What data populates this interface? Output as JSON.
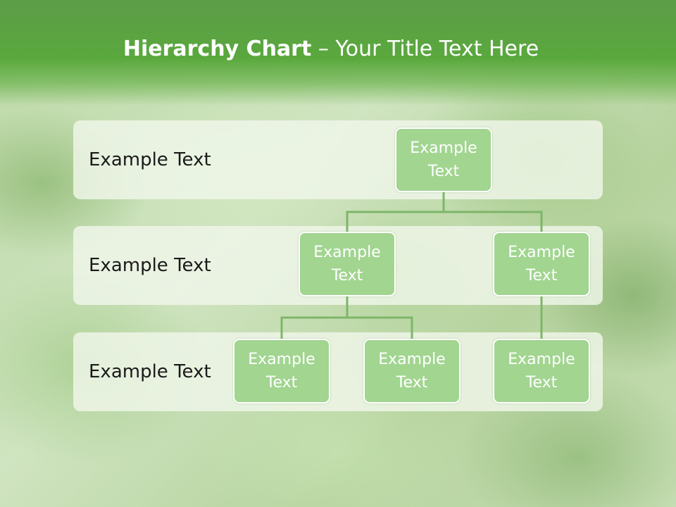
{
  "title": {
    "bold": "Hierarchy Chart",
    "rest": " – Your Title Text Here"
  },
  "levels": [
    {
      "label": "Example Text"
    },
    {
      "label": "Example Text"
    },
    {
      "label": "Example Text"
    }
  ],
  "nodes": [
    {
      "id": "n0",
      "line1": "Example",
      "line2": "Text"
    },
    {
      "id": "n1",
      "line1": "Example",
      "line2": "Text"
    },
    {
      "id": "n2",
      "line1": "Example",
      "line2": "Text"
    },
    {
      "id": "n3",
      "line1": "Example",
      "line2": "Text"
    },
    {
      "id": "n4",
      "line1": "Example",
      "line2": "Text"
    },
    {
      "id": "n5",
      "line1": "Example",
      "line2": "Text"
    }
  ],
  "edges": [
    [
      "n0",
      "n1"
    ],
    [
      "n0",
      "n2"
    ],
    [
      "n1",
      "n3"
    ],
    [
      "n1",
      "n4"
    ],
    [
      "n2",
      "n5"
    ]
  ],
  "colors": {
    "header": "#5aa83d",
    "node_fill": "#a1d590",
    "node_border": "#ffffff",
    "connector": "#7eb56a",
    "band": "#f0f7ea"
  }
}
